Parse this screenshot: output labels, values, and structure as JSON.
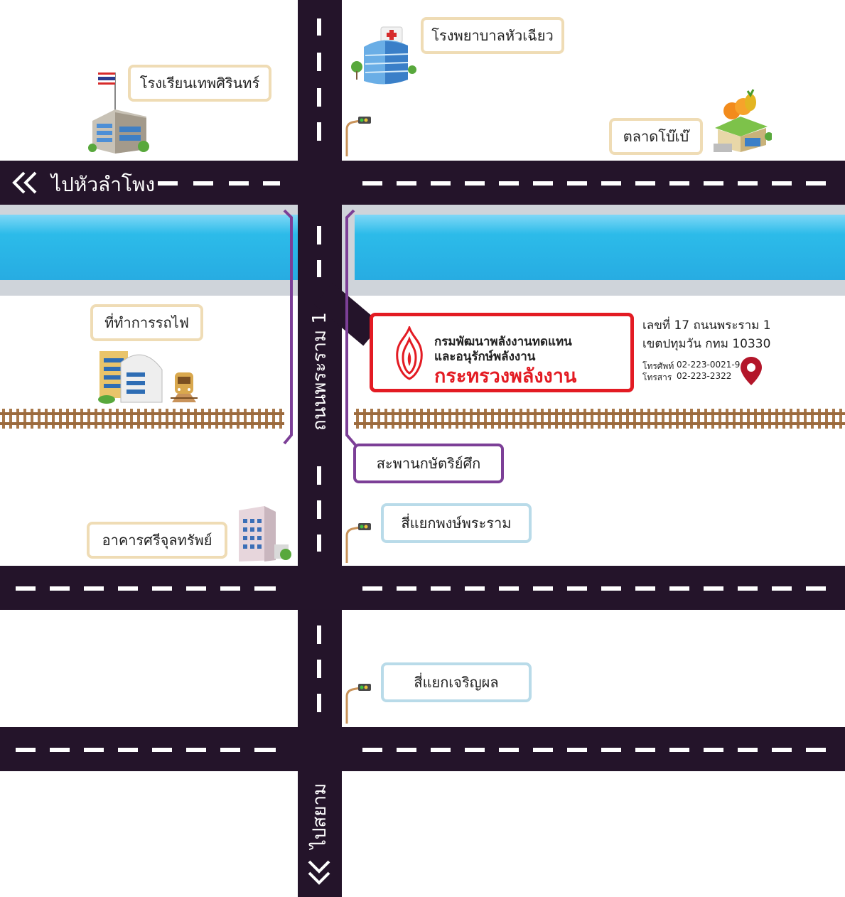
{
  "roads": {
    "to_hualamphong": "ไปหัวลำโพง",
    "to_siam": "ไปสยาม",
    "rama1": "ถนนพระราม 1"
  },
  "landmarks": {
    "school": "โรงเรียนเทพศิรินทร์",
    "hospital": "โรงพยาบาลหัวเฉียว",
    "market": "ตลาดโบ๊เบ๊",
    "railway_office": "ที่ทำการรถไฟ",
    "bridge": "สะพานกษัตริย์ศึก",
    "building": "อาคารศรีจุลทรัพย์",
    "intersection_1": "สี่แยกพงษ์พระราม",
    "intersection_2": "สี่แยกเจริญผล"
  },
  "ministry": {
    "line1": "กรมพัฒนาพลังงานทดแทน",
    "line2": "และอนุรักษ์พลังงาน",
    "line3": "กระทรวงพลังงาน"
  },
  "address": {
    "line1": "เลขที่ 17 ถนนพระราม 1",
    "line2": "เขตปทุมวัน กทม 10330",
    "phone_label": "โทรศัพท์",
    "phone": "02-223-0021-9",
    "fax_label": "โทรสาร",
    "fax": "02-223-2322"
  },
  "colors": {
    "road": "#24142a",
    "ministry_red": "#e31b23",
    "bridge_purple": "#7c3f97",
    "water": "#2cbbe9"
  }
}
